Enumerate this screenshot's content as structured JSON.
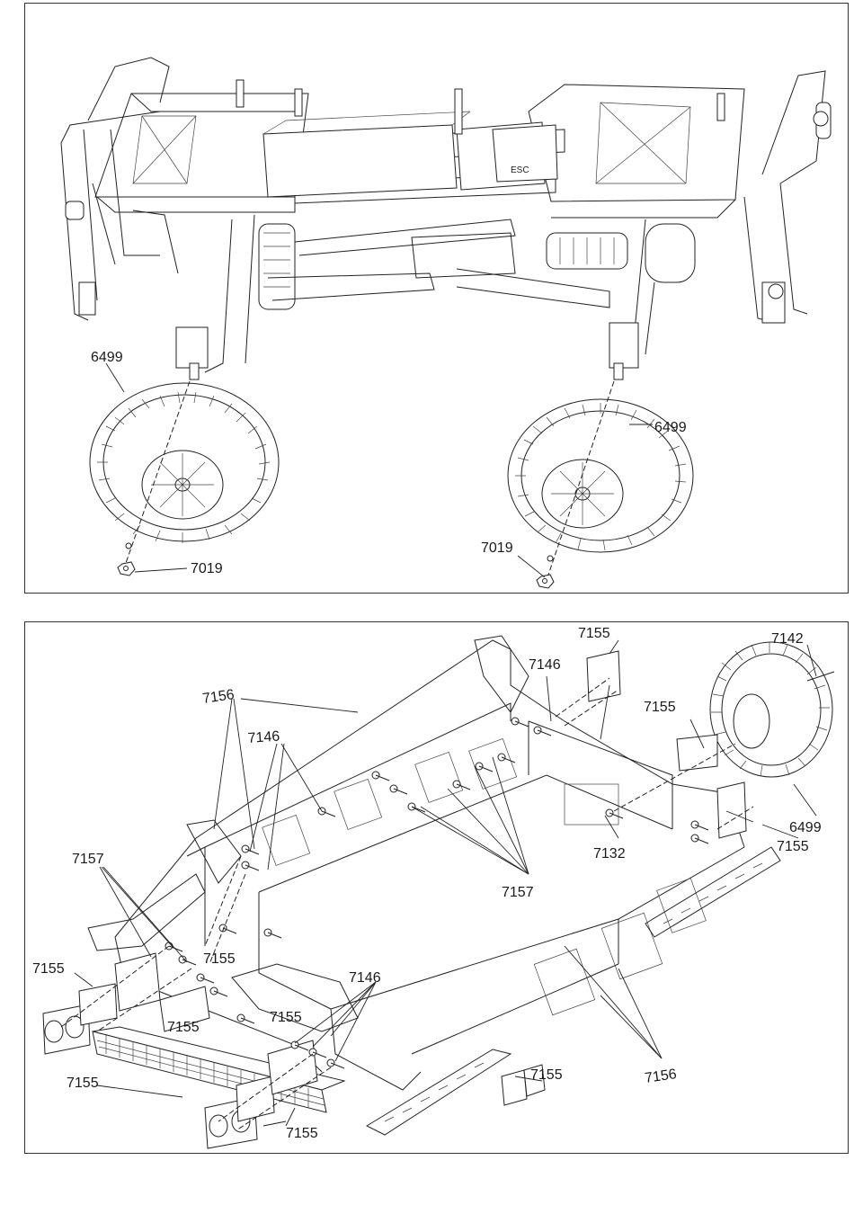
{
  "top_panel": {
    "callouts": [
      {
        "id": "tire-left",
        "text": "6499"
      },
      {
        "id": "tire-right",
        "text": "6499"
      },
      {
        "id": "nut-left",
        "text": "7019"
      },
      {
        "id": "nut-right",
        "text": "7019"
      }
    ]
  },
  "bottom_panel": {
    "callouts": [
      {
        "id": "c7155a",
        "text": "7155"
      },
      {
        "id": "c7142",
        "text": "7142"
      },
      {
        "id": "c7146a",
        "text": "7146"
      },
      {
        "id": "c7156a",
        "text": "7156"
      },
      {
        "id": "c7155b",
        "text": "7155"
      },
      {
        "id": "c7146b",
        "text": "7146"
      },
      {
        "id": "c6499",
        "text": "6499"
      },
      {
        "id": "c7155c",
        "text": "7155"
      },
      {
        "id": "c7132",
        "text": "7132"
      },
      {
        "id": "c7157a",
        "text": "7157"
      },
      {
        "id": "c7157b",
        "text": "7157"
      },
      {
        "id": "c7155d",
        "text": "7155"
      },
      {
        "id": "c7155e",
        "text": "7155"
      },
      {
        "id": "c7146c",
        "text": "7146"
      },
      {
        "id": "c7155f",
        "text": "7155"
      },
      {
        "id": "c7155g",
        "text": "7155"
      },
      {
        "id": "c7155h",
        "text": "7155"
      },
      {
        "id": "c7155i",
        "text": "7155"
      },
      {
        "id": "c7156b",
        "text": "7156"
      },
      {
        "id": "c7155j",
        "text": "7155"
      }
    ]
  }
}
